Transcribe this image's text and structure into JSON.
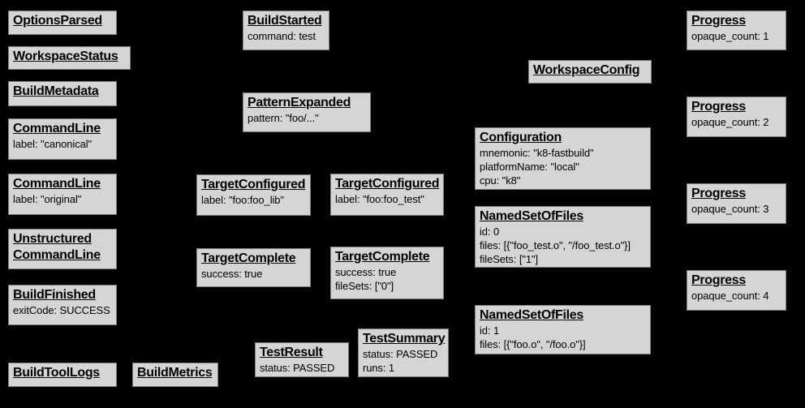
{
  "colors": {
    "background": "#000000",
    "node_fill": "#d5d5d5",
    "node_border": "#7e7e7e",
    "text": "#000000"
  },
  "nodes": [
    {
      "title": "OptionsParsed",
      "lines": []
    },
    {
      "title": "WorkspaceStatus",
      "lines": []
    },
    {
      "title": "BuildMetadata",
      "lines": []
    },
    {
      "title": "CommandLine",
      "lines": [
        "label: \"canonical\""
      ]
    },
    {
      "title": "CommandLine",
      "lines": [
        "label: \"original\""
      ]
    },
    {
      "title": "Unstructured CommandLine",
      "lines": []
    },
    {
      "title": "BuildFinished",
      "lines": [
        "exitCode: SUCCESS"
      ]
    },
    {
      "title": "BuildToolLogs",
      "lines": []
    },
    {
      "title": "BuildMetrics",
      "lines": []
    },
    {
      "title": "BuildStarted",
      "lines": [
        "command: test"
      ]
    },
    {
      "title": "PatternExpanded",
      "lines": [
        "pattern: \"foo/...\""
      ]
    },
    {
      "title": "TargetConfigured",
      "lines": [
        "label: \"foo:foo_lib\""
      ]
    },
    {
      "title": "TargetConfigured",
      "lines": [
        "label: \"foo:foo_test\""
      ]
    },
    {
      "title": "TargetComplete",
      "lines": [
        "success: true"
      ]
    },
    {
      "title": "TargetComplete",
      "lines": [
        "success: true",
        "fileSets: [\"0\"]"
      ]
    },
    {
      "title": "TestResult",
      "lines": [
        "status: PASSED"
      ]
    },
    {
      "title": "TestSummary",
      "lines": [
        "status: PASSED",
        "runs: 1"
      ]
    },
    {
      "title": "WorkspaceConfig",
      "lines": []
    },
    {
      "title": "Configuration",
      "lines": [
        "mnemonic: \"k8-fastbuild\"",
        "platformName: \"local\"",
        "cpu: \"k8\""
      ]
    },
    {
      "title": "NamedSetOfFiles",
      "lines": [
        "id: 0",
        "files: [{\"foo_test.o\", \"/foo_test.o\"}]",
        "fileSets: [\"1\"]"
      ]
    },
    {
      "title": "NamedSetOfFiles",
      "lines": [
        "id: 1",
        "files: [{\"foo.o\", \"/foo.o\"}]"
      ]
    },
    {
      "title": "Progress",
      "lines": [
        "opaque_count: 1"
      ]
    },
    {
      "title": "Progress",
      "lines": [
        "opaque_count: 2"
      ]
    },
    {
      "title": "Progress",
      "lines": [
        "opaque_count: 3"
      ]
    },
    {
      "title": "Progress",
      "lines": [
        "opaque_count: 4"
      ]
    }
  ]
}
